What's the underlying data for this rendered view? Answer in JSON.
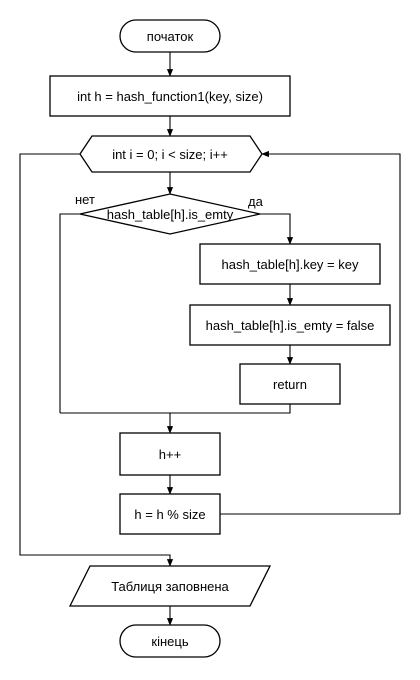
{
  "flowchart": {
    "start": "початок",
    "init_hash": "int h = hash_function1(key, size)",
    "loop": "int i = 0; i < size; i++",
    "condition": "hash_table[h].is_emty",
    "branch_yes": "да",
    "branch_no": "нет",
    "set_key": "hash_table[h].key = key",
    "set_not_empty": "hash_table[h].is_emty = false",
    "return_op": "return",
    "increment_h": "h++",
    "wrap_h": "h = h % size",
    "output_full": "Таблиця заповнена",
    "end": "кінець"
  }
}
